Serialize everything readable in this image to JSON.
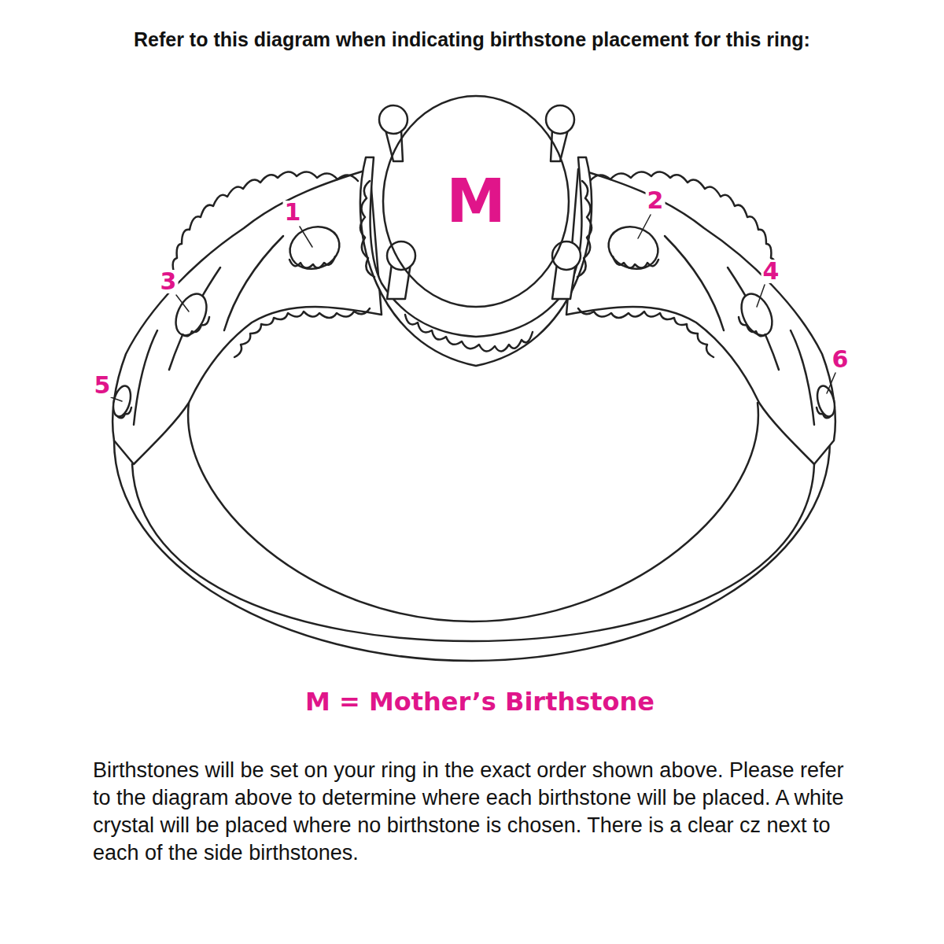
{
  "diagram": {
    "title": "Refer to this diagram when indicating birthstone placement for this ring:",
    "caption": "Birthstones will be set on your ring in the exact order shown above. Please refer to the diagram above to determine where each birthstone will be placed. A white crystal will be placed where no birthstone is chosen. There is a clear cz next to each of the side birthstones.",
    "nodes": [
      {
        "text": [
          "M"
        ]
      }
    ],
    "labels": [
      "1",
      "2",
      "3",
      "4",
      "5",
      "6",
      "M = Mother’s Birthstone"
    ]
  }
}
